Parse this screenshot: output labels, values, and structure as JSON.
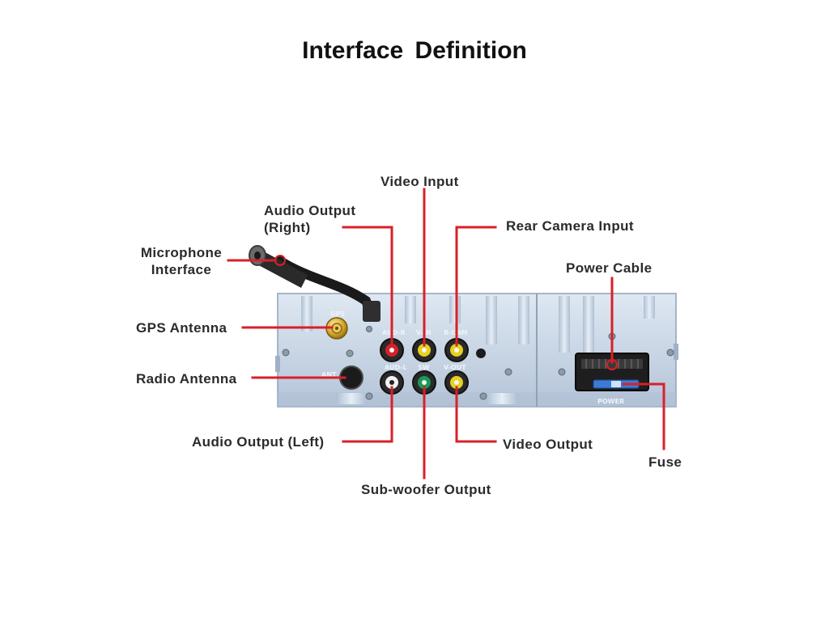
{
  "title": "Interface  Definition",
  "colors": {
    "leader_line": "#d8202a",
    "panel": "#c9d6e6",
    "rca_red": "#d8202a",
    "rca_yellow": "#e8d020",
    "rca_white": "#f2f2f2",
    "rca_green": "#1a9a55"
  },
  "labels": {
    "video_input": "Video Input",
    "audio_output_right_line1": "Audio Output",
    "audio_output_right_line2": "(Right)",
    "rear_camera_input": "Rear Camera Input",
    "microphone_line1": "Microphone",
    "microphone_line2": "Interface",
    "power_cable": "Power Cable",
    "gps_antenna": "GPS Antenna",
    "radio_antenna": "Radio Antenna",
    "audio_output_left": "Audio Output (Left)",
    "video_output": "Video Output",
    "fuse": "Fuse",
    "subwoofer_output": "Sub-woofer Output"
  },
  "panel_markings": {
    "gps": "GPS",
    "ant": "ANT",
    "audio_r": "AUD-R",
    "video_in": "V-IN",
    "rear_cam": "R-CAM",
    "audio_l": "AUD-L",
    "sub_woofer": "SW",
    "video_out": "V-OUT",
    "power": "POWER"
  },
  "icons": {
    "microphone_jack": "microphone-jack-icon",
    "gps_connector": "gps-connector-icon",
    "antenna_socket": "antenna-socket-icon",
    "rca_jack": "rca-jack-icon",
    "power_connector": "power-connector-icon",
    "fuse": "fuse-icon"
  }
}
